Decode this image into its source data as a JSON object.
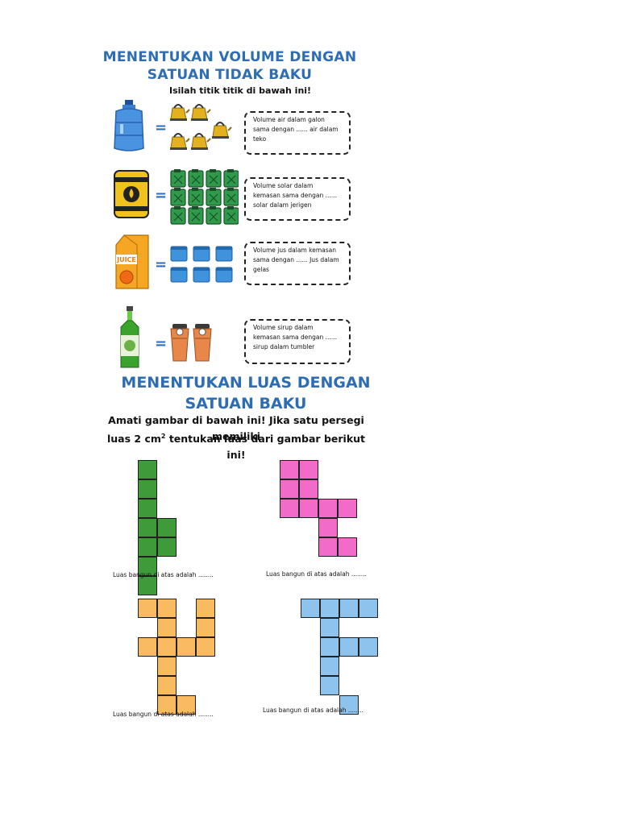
{
  "volume_section": {
    "title_line1": "MENENTUKAN VOLUME DENGAN",
    "title_line2": "SATUAN TIDAK BAKU",
    "instruction": "Isilah titik titik di bawah ini!",
    "equals_sign": "=",
    "items": [
      {
        "big_icon": "water-gallon-icon",
        "unit_icon": "kettle-icon",
        "unit_count": 5,
        "text": "Volume air dalam galon sama dengan ...... air dalam teko"
      },
      {
        "big_icon": "oil-barrel-icon",
        "unit_icon": "jerrycan-icon",
        "unit_count": 12,
        "text": "Volume solar dalam kemasan sama dengan ...... solar dalam jerigen"
      },
      {
        "big_icon": "juice-carton-icon",
        "unit_icon": "glass-icon",
        "unit_count": 6,
        "text": "Volume jus dalam kemasan sama dengan ...... Jus dalam gelas",
        "carton_label": "JUICE"
      },
      {
        "big_icon": "syrup-bottle-icon",
        "unit_icon": "tumbler-icon",
        "unit_count": 2,
        "text": "Volume sirup dalam kemasan sama dengan ...... sirup dalam tumbler"
      }
    ]
  },
  "area_section": {
    "title_line1": "MENENTUKAN LUAS DENGAN",
    "title_line2": "SATUAN BAKU",
    "instruction_line1": "Amati gambar di bawah ini! Jika satu persegi memiliki",
    "instruction_line2_a": "luas 2 cm",
    "instruction_line2_sup": "2",
    "instruction_line2_b": " tentukan luas dari gambar berikut ini!",
    "caption": "Luas bangun di atas adalah ........",
    "shapes": [
      {
        "color": "#3f9a3a",
        "cells": [
          [
            0,
            0
          ],
          [
            0,
            1
          ],
          [
            0,
            2
          ],
          [
            0,
            3
          ],
          [
            1,
            3
          ],
          [
            0,
            4
          ],
          [
            1,
            4
          ],
          [
            0,
            5
          ],
          [
            0,
            6
          ]
        ]
      },
      {
        "color": "#f36bc8",
        "cells": [
          [
            0,
            0
          ],
          [
            1,
            0
          ],
          [
            0,
            1
          ],
          [
            1,
            1
          ],
          [
            0,
            2
          ],
          [
            1,
            2
          ],
          [
            2,
            2
          ],
          [
            3,
            2
          ],
          [
            2,
            3
          ],
          [
            2,
            4
          ],
          [
            3,
            4
          ]
        ]
      },
      {
        "color": "#f8bb62",
        "cells": [
          [
            0,
            0
          ],
          [
            1,
            0
          ],
          [
            3,
            0
          ],
          [
            1,
            1
          ],
          [
            3,
            1
          ],
          [
            0,
            2
          ],
          [
            1,
            2
          ],
          [
            2,
            2
          ],
          [
            3,
            2
          ],
          [
            1,
            3
          ],
          [
            1,
            4
          ],
          [
            1,
            5
          ],
          [
            2,
            5
          ]
        ]
      },
      {
        "color": "#8ec3ee",
        "cells": [
          [
            0,
            0
          ],
          [
            1,
            0
          ],
          [
            2,
            0
          ],
          [
            3,
            0
          ],
          [
            1,
            1
          ],
          [
            1,
            2
          ],
          [
            2,
            2
          ],
          [
            3,
            2
          ],
          [
            1,
            3
          ],
          [
            1,
            4
          ],
          [
            2,
            5
          ]
        ]
      }
    ]
  },
  "colors": {
    "title": "#2d6db5"
  }
}
